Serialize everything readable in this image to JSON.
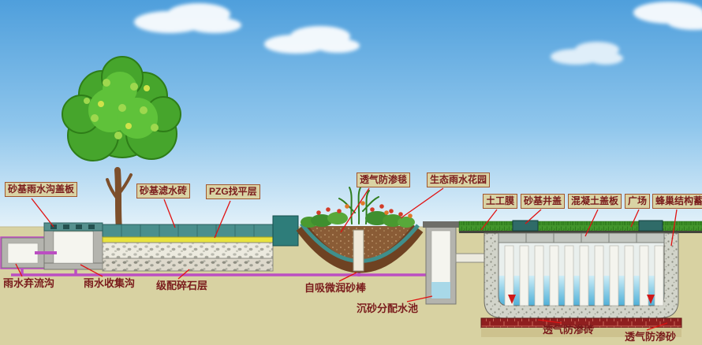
{
  "labels": {
    "top": [
      {
        "text": "砂基雨水沟盖板"
      },
      {
        "text": "砂基滤水砖"
      },
      {
        "text": "PZG找平层"
      },
      {
        "text": "透气防渗毯"
      },
      {
        "text": "生态雨水花园"
      }
    ],
    "right": [
      {
        "text": "土工膜"
      },
      {
        "text": "砂基井盖"
      },
      {
        "text": "混凝土盖板"
      },
      {
        "text": "广场"
      },
      {
        "text": "蜂巢结构蓄水池"
      }
    ],
    "bottom": [
      {
        "text": "雨水弃流沟"
      },
      {
        "text": "雨水收集沟"
      },
      {
        "text": "级配碎石层"
      },
      {
        "text": "自吸微润砂棒"
      },
      {
        "text": "沉砂分配水池"
      },
      {
        "text": "透气防渗砖"
      },
      {
        "text": "透气防渗砂"
      }
    ]
  },
  "colors": {
    "sky_top": "#4f9fdc",
    "sky_horizon": "#e6f3fa",
    "ground": "#d8d2a2",
    "grass_green": "#43962c",
    "water_blue": "#4fb0d8",
    "sand_brick_teal": "#4a8f8d",
    "leveling_yellow": "#e8e33e",
    "pipe_magenta": "#bb4ec2",
    "brick_red": "#8f1f1f",
    "tree_green": "#46a52c",
    "trunk_brown": "#7d4f2b",
    "label_text": "#7a1c1c",
    "leader_line": "#e01212"
  }
}
